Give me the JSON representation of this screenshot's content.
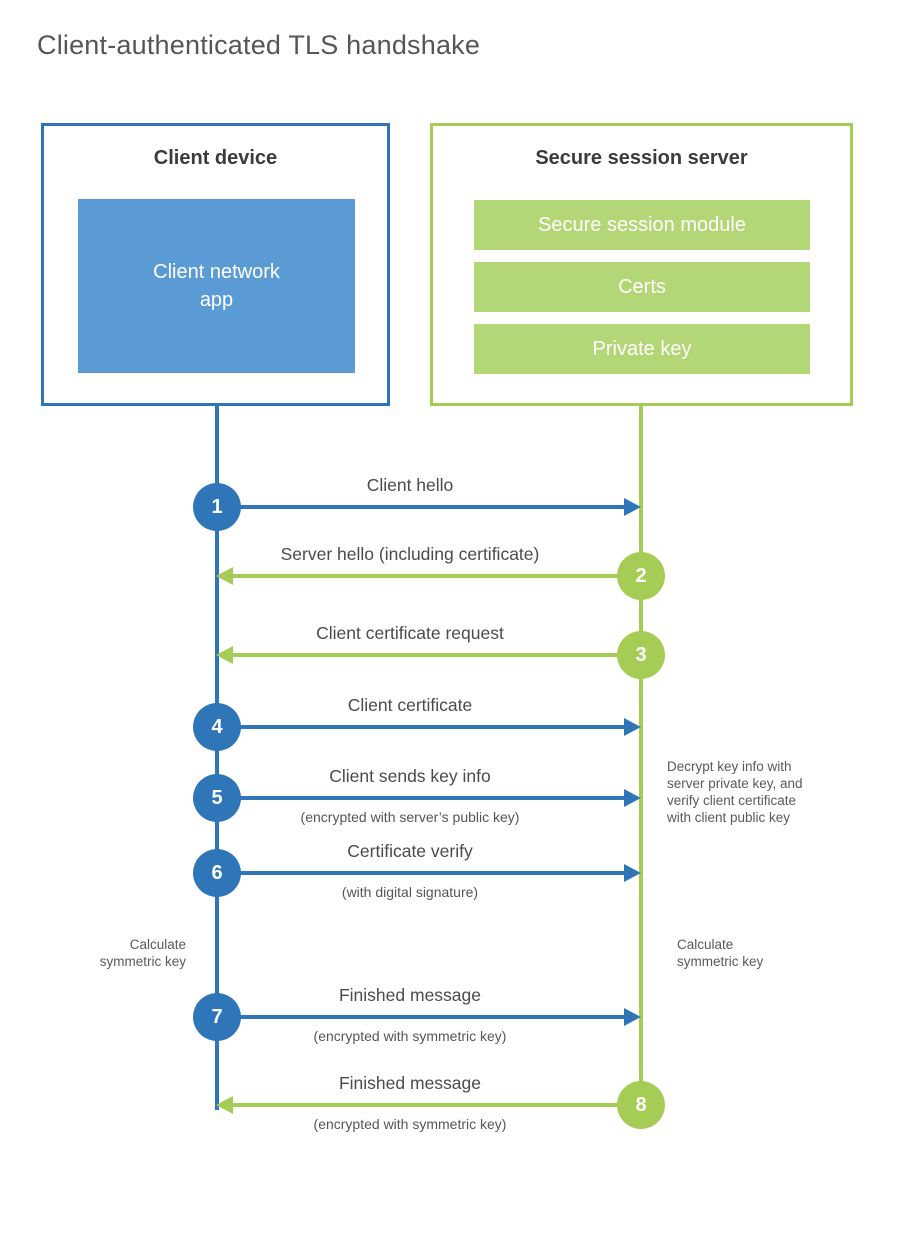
{
  "title": "Client-authenticated TLS handshake",
  "colors": {
    "client_accent": "#2e76b8",
    "client_fill": "#5b9bd5",
    "server_accent": "#a5cd55",
    "server_fill": "#b3d677",
    "heading_text": "#3b3b3b",
    "label_text": "#4b4b4b",
    "note_text": "#595959"
  },
  "client": {
    "heading": "Client device",
    "app_label": "Client network\napp"
  },
  "server": {
    "heading": "Secure session server",
    "modules": [
      "Secure session module",
      "Certs",
      "Private key"
    ]
  },
  "messages": [
    {
      "num": "1",
      "from": "client",
      "direction": "right",
      "label": "Client hello",
      "sublabel": ""
    },
    {
      "num": "2",
      "from": "server",
      "direction": "left",
      "label": "Server hello (including certificate)",
      "sublabel": ""
    },
    {
      "num": "3",
      "from": "server",
      "direction": "left",
      "label": "Client certificate request",
      "sublabel": ""
    },
    {
      "num": "4",
      "from": "client",
      "direction": "right",
      "label": "Client certificate",
      "sublabel": ""
    },
    {
      "num": "5",
      "from": "client",
      "direction": "right",
      "label": "Client sends key info",
      "sublabel": "(encrypted with server’s public key)"
    },
    {
      "num": "6",
      "from": "client",
      "direction": "right",
      "label": "Certificate verify",
      "sublabel": "(with digital signature)"
    },
    {
      "num": "7",
      "from": "client",
      "direction": "right",
      "label": "Finished message",
      "sublabel": "(encrypted with symmetric key)"
    },
    {
      "num": "8",
      "from": "server",
      "direction": "left",
      "label": "Finished message",
      "sublabel": "(encrypted with symmetric key)"
    }
  ],
  "notes": {
    "decrypt": "Decrypt key info with\nserver private key, and\nverify client certificate\nwith client public key",
    "calculate_left": "Calculate\nsymmetric key",
    "calculate_right": "Calculate\nsymmetric key"
  }
}
